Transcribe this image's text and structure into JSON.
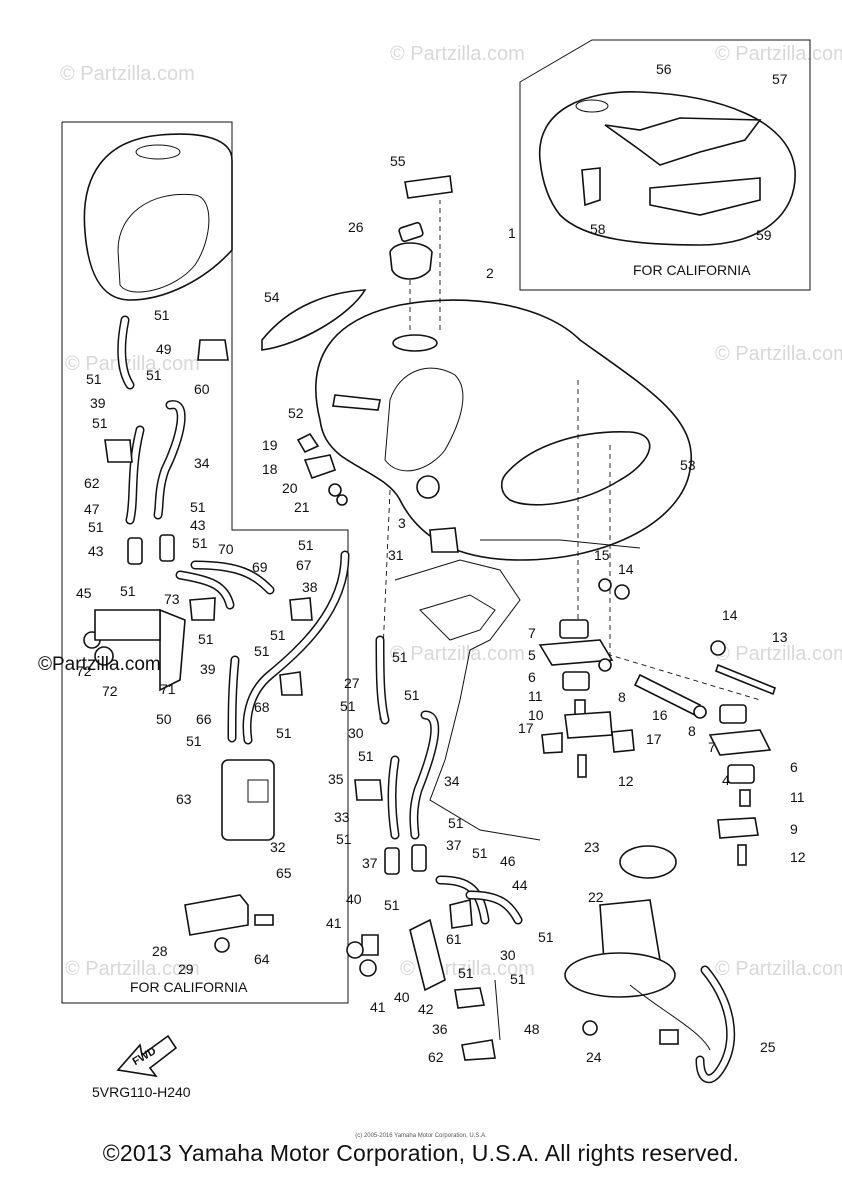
{
  "watermark": "© Partzilla.com",
  "stamp_logo": "©Partzilla.com",
  "insets": {
    "left_label": "FOR CALIFORNIA",
    "top_right_label": "FOR CALIFORNIA"
  },
  "fwd_label": "FWD",
  "diagram_code": "5VRG110-H240",
  "copyright_small": "(c) 2005-2016 Yamaha Motor Corporation, U.S.A.",
  "copyright": "©2013 Yamaha Motor Corporation, U.S.A. All rights reserved.",
  "callouts": [
    "1",
    "2",
    "3",
    "4",
    "5",
    "6",
    "7",
    "8",
    "9",
    "10",
    "11",
    "12",
    "13",
    "14",
    "15",
    "16",
    "17",
    "18",
    "19",
    "20",
    "21",
    "22",
    "23",
    "24",
    "25",
    "26",
    "27",
    "28",
    "29",
    "30",
    "31",
    "32",
    "33",
    "34",
    "35",
    "36",
    "37",
    "38",
    "39",
    "40",
    "41",
    "42",
    "43",
    "44",
    "45",
    "46",
    "47",
    "48",
    "49",
    "50",
    "51",
    "52",
    "53",
    "54",
    "55",
    "56",
    "57",
    "58",
    "59",
    "60",
    "61",
    "62",
    "63",
    "64",
    "65",
    "66",
    "67",
    "68",
    "69",
    "70",
    "71",
    "72",
    "73"
  ]
}
